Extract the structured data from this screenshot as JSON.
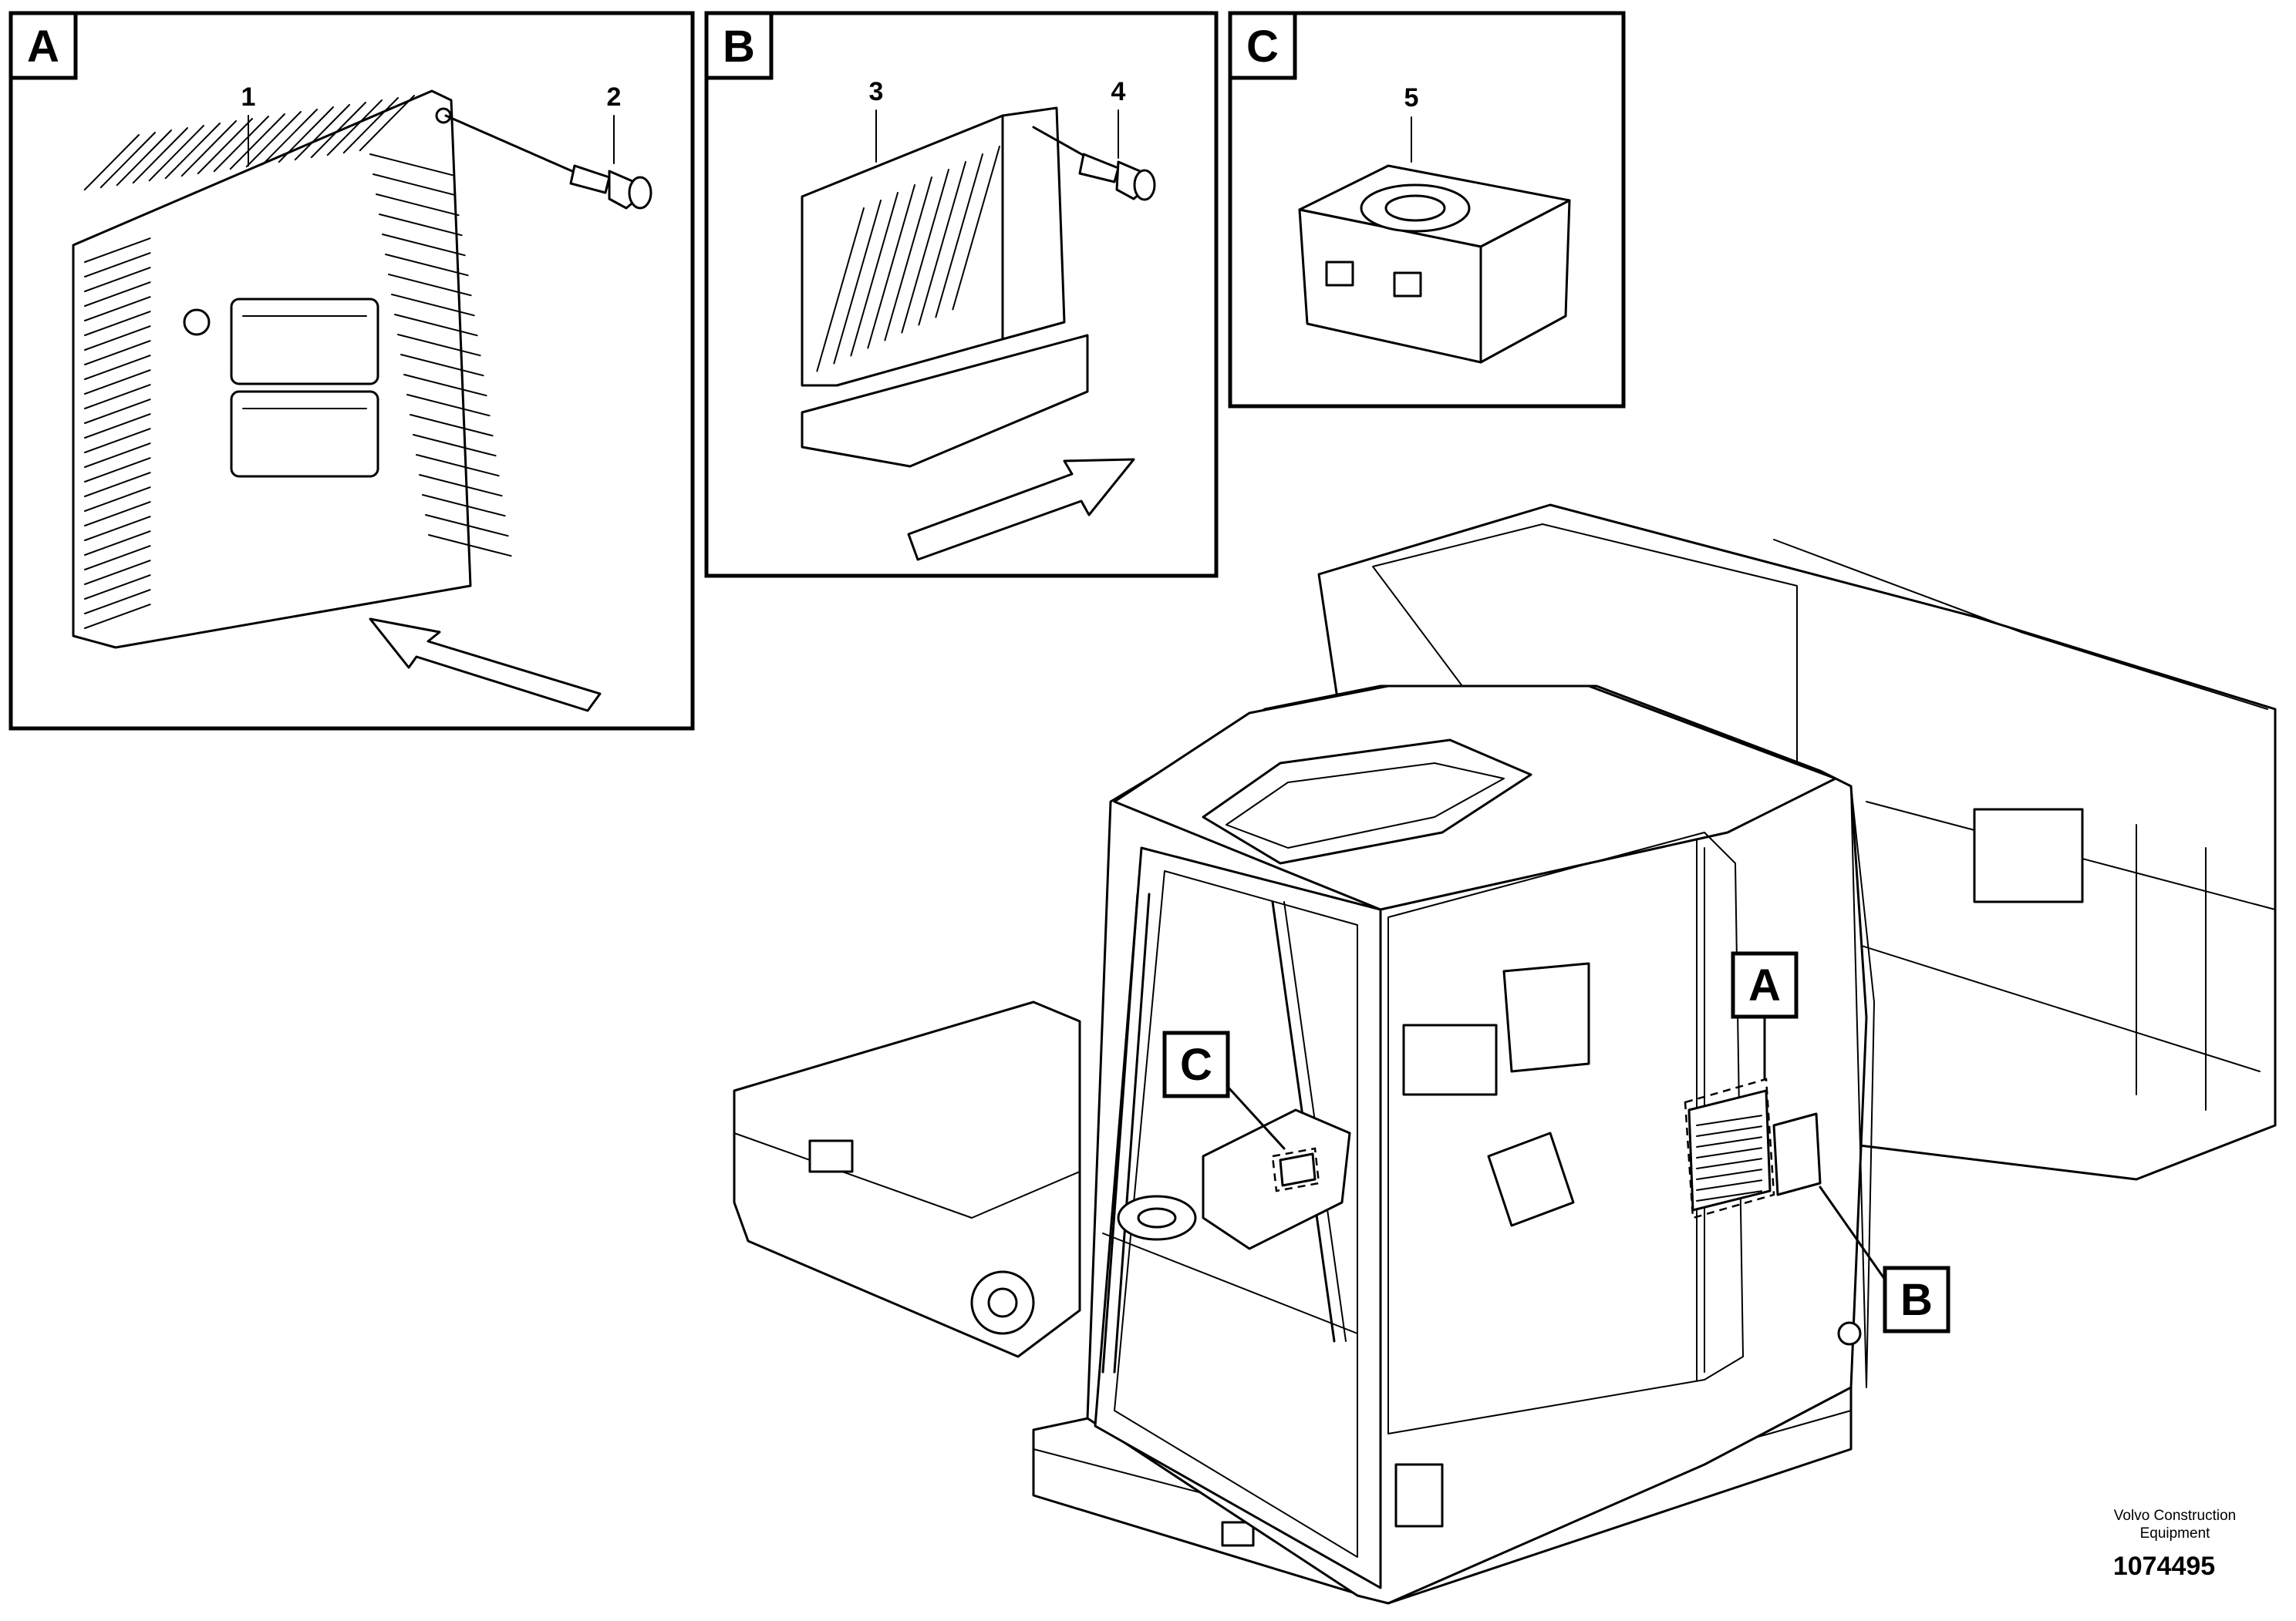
{
  "panels": [
    {
      "letter": "A",
      "callouts": [
        "1",
        "2"
      ]
    },
    {
      "letter": "B",
      "callouts": [
        "3",
        "4"
      ]
    },
    {
      "letter": "C",
      "callouts": [
        "5"
      ]
    }
  ],
  "locator_tags": [
    "A",
    "B",
    "C"
  ],
  "footer": {
    "company_line1": "Volvo Construction",
    "company_line2": "Equipment",
    "reference": "1074495"
  }
}
